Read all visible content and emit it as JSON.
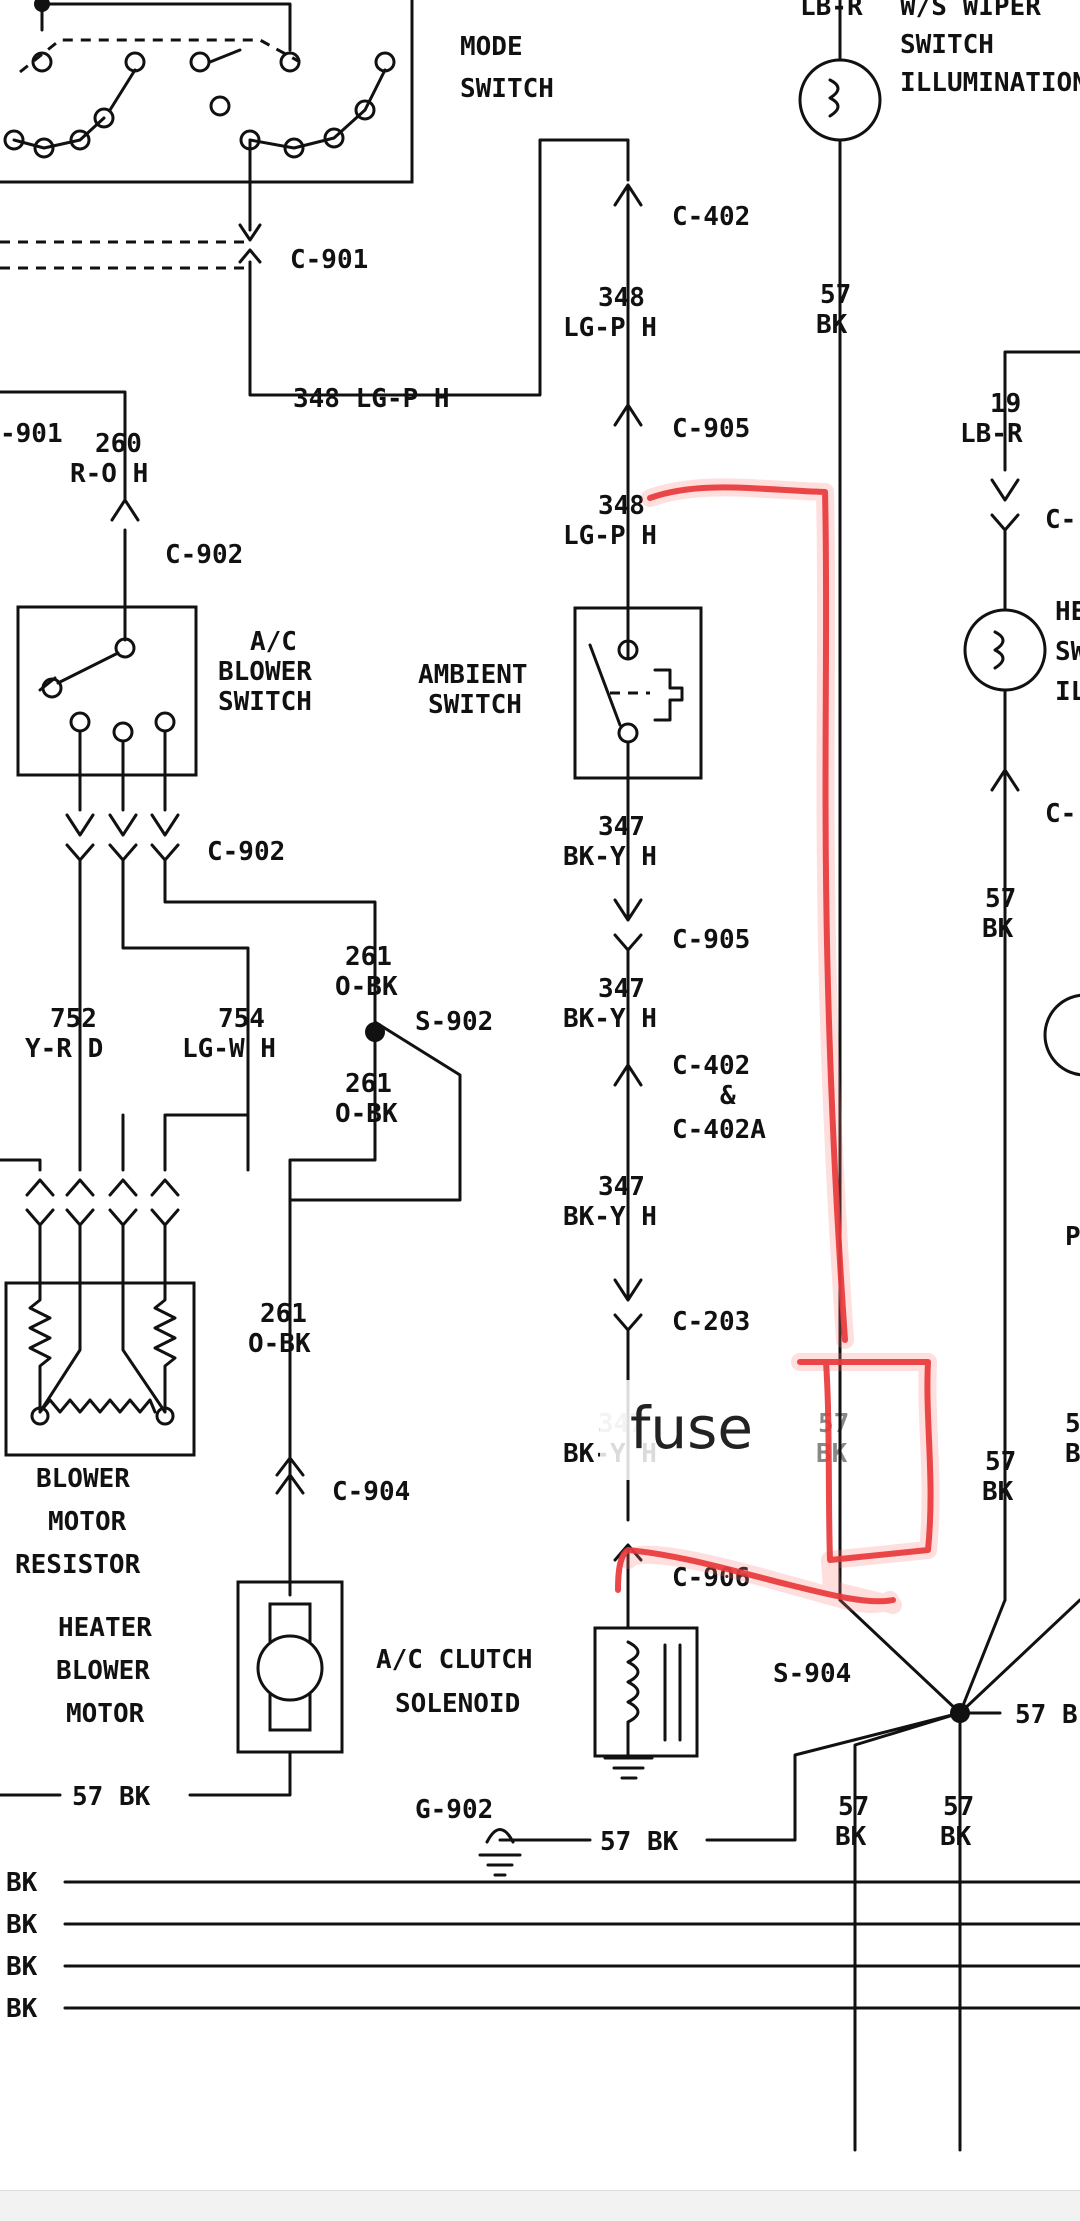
{
  "labels": {
    "mode_switch": [
      "MODE",
      "SWITCH"
    ],
    "wiper_switch": [
      "LB-R",
      "W/S WIPER",
      "SWITCH",
      "ILLUMINATION"
    ],
    "ac_blower_switch": [
      "A/C",
      "BLOWER",
      "SWITCH"
    ],
    "ambient_switch": [
      "AMBIENT",
      "SWITCH"
    ],
    "blower_motor_resistor": [
      "BLOWER",
      "MOTOR",
      "RESISTOR"
    ],
    "heater_blower_motor": [
      "HEATER",
      "BLOWER",
      "MOTOR"
    ],
    "ac_clutch_solenoid": [
      "A/C CLUTCH",
      "SOLENOID"
    ],
    "connectors": {
      "c402": "C-402",
      "c901": "C-901",
      "c905a": "C-905",
      "c902a": "C-902",
      "c902b": "C-902",
      "c905b": "C-905",
      "c402a": "C-402",
      "c402a_amp": "&",
      "c402a_b": "C-402A",
      "c203": "C-203",
      "c904": "C-904",
      "c906": "C-906",
      "s902": "S-902",
      "s904": "S-904",
      "g902": "G-902",
      "right_c1": "C-",
      "right_c2": "C-"
    },
    "wires": {
      "w348_top": [
        "348",
        "LG-P H"
      ],
      "w348_horiz": "348 LG-P H",
      "w348_mid": [
        "348",
        "LG-P H"
      ],
      "w57_top": [
        "57",
        "BK"
      ],
      "w19": [
        "19",
        "LB-R"
      ],
      "w901": "-901",
      "w260": [
        "260",
        "R-O H"
      ],
      "w347_a": [
        "347",
        "BK-Y H"
      ],
      "w347_b": [
        "347",
        "BK-Y H"
      ],
      "w347_c": [
        "347",
        "BK-Y H"
      ],
      "w347_d": [
        "347",
        "BK-Y H"
      ],
      "w261_a": [
        "261",
        "O-BK"
      ],
      "w261_b": [
        "261",
        "O-BK"
      ],
      "w261_c": [
        "261",
        "O-BK"
      ],
      "w752": [
        "752",
        "Y-R D"
      ],
      "w754": [
        "754",
        "LG-W H"
      ],
      "w57_right": [
        "57",
        "BK"
      ],
      "w57_fuse": [
        "57",
        "BK"
      ],
      "w57_b1": [
        "57",
        "BK"
      ],
      "w57_b2": [
        "57",
        "BK"
      ],
      "w57_b3": [
        "57",
        "BK"
      ],
      "w57_hbm": "57 BK",
      "w57_g902": "57 BK",
      "w57_right_h": "57 B",
      "right_edge_1": "HE",
      "right_edge_2": "SW",
      "right_edge_3": "IL",
      "right_edge_4": "P",
      "right_edge_5": "5",
      "right_edge_6": "B"
    },
    "bus_labels": [
      "BK",
      "BK",
      "BK",
      "BK"
    ]
  },
  "annotation": {
    "text": "fuse",
    "color": "#e8383a"
  }
}
